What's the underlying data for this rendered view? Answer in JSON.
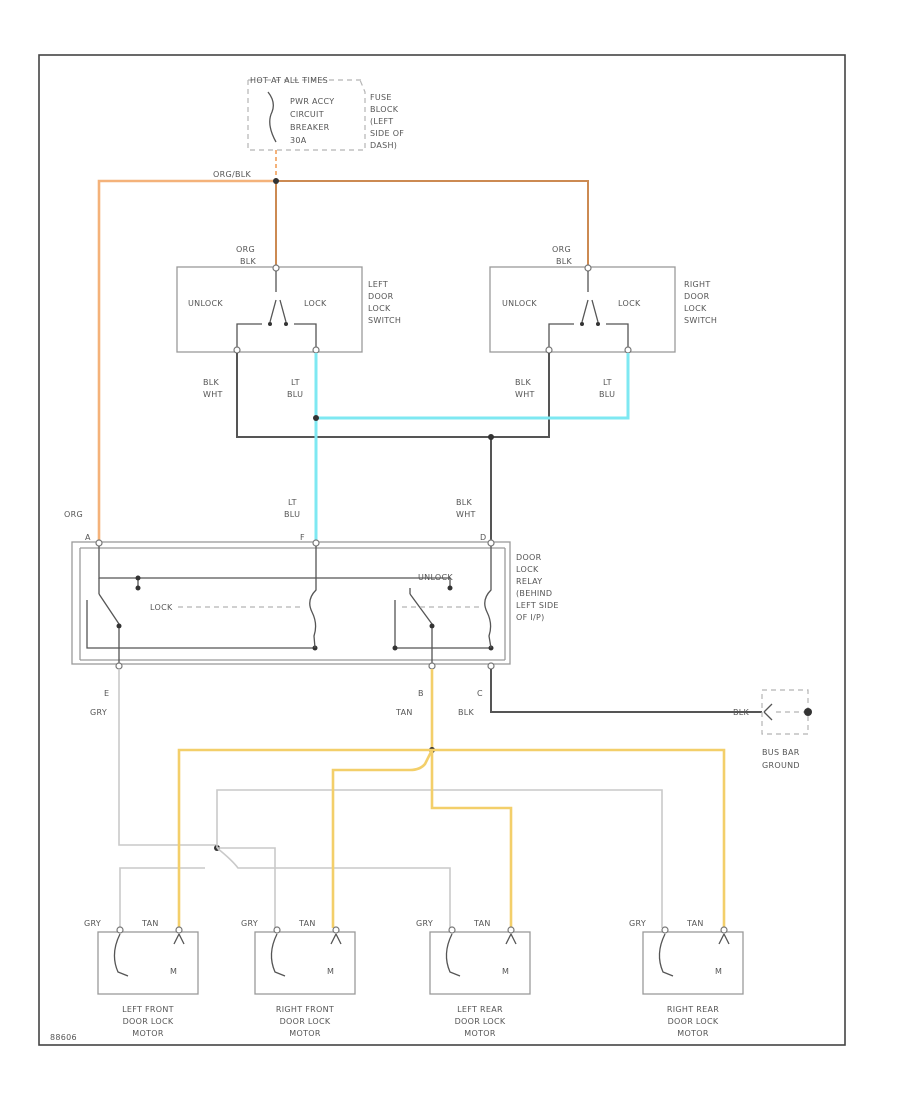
{
  "diagram": {
    "power_source": {
      "header": "HOT AT ALL TIMES",
      "circuit_breaker": [
        "PWR ACCY",
        "CIRCUIT",
        "BREAKER",
        "30A"
      ],
      "fuse_block": [
        "FUSE",
        "BLOCK",
        "(LEFT",
        "SIDE OF",
        "DASH)"
      ]
    },
    "wires": {
      "org_blk": "ORG/BLK",
      "org": "ORG",
      "blk": "BLK",
      "blk_wht": [
        "BLK",
        "WHT"
      ],
      "lt_blu": [
        "LT",
        "BLU"
      ],
      "gry": "GRY",
      "tan": "TAN"
    },
    "left_switch": {
      "name": [
        "LEFT",
        "DOOR",
        "LOCK",
        "SWITCH"
      ],
      "unlock": "UNLOCK",
      "lock": "LOCK",
      "wire_top": [
        "ORG",
        "BLK"
      ]
    },
    "right_switch": {
      "name": [
        "RIGHT",
        "DOOR",
        "LOCK",
        "SWITCH"
      ],
      "unlock": "UNLOCK",
      "lock": "LOCK",
      "wire_top": [
        "ORG",
        "BLK"
      ]
    },
    "relay": {
      "name": [
        "DOOR",
        "LOCK",
        "RELAY",
        "(BEHIND",
        "LEFT SIDE",
        "OF I/P)"
      ],
      "lock": "LOCK",
      "unlock": "UNLOCK",
      "pins": {
        "a": "A",
        "f": "F",
        "d": "D",
        "e": "E",
        "b": "B",
        "c": "C"
      }
    },
    "ground": {
      "wire": "BLK",
      "name": [
        "BUS BAR",
        "GROUND"
      ]
    },
    "motors": [
      {
        "name": [
          "LEFT FRONT",
          "DOOR LOCK",
          "MOTOR"
        ],
        "wire_left": "GRY",
        "wire_right": "TAN",
        "mark": "M"
      },
      {
        "name": [
          "RIGHT FRONT",
          "DOOR LOCK",
          "MOTOR"
        ],
        "wire_left": "GRY",
        "wire_right": "TAN",
        "mark": "M"
      },
      {
        "name": [
          "LEFT REAR",
          "DOOR LOCK",
          "MOTOR"
        ],
        "wire_left": "GRY",
        "wire_right": "TAN",
        "mark": "M"
      },
      {
        "name": [
          "RIGHT REAR",
          "DOOR LOCK",
          "MOTOR"
        ],
        "wire_left": "GRY",
        "wire_right": "TAN",
        "mark": "M"
      }
    ],
    "figure_code": "88606"
  }
}
